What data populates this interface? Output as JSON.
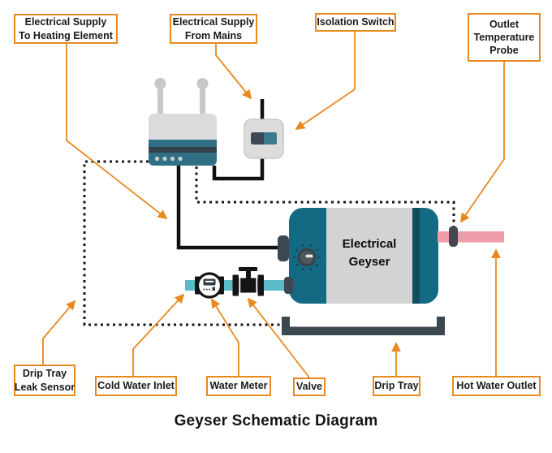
{
  "title": "Geyser Schematic Diagram",
  "device": {
    "geyser_l1": "Electrical",
    "geyser_l2": "Geyser"
  },
  "labels": {
    "heating_element": {
      "l1": "Electrical Supply",
      "l2": "To Heating Element"
    },
    "from_mains": {
      "l1": "Electrical Supply",
      "l2": "From Mains"
    },
    "isolation_switch": {
      "l1": "Isolation Switch"
    },
    "outlet_temp_probe": {
      "l1": "Outlet",
      "l2": "Temperature",
      "l3": "Probe"
    },
    "drip_tray_leak_sensor": {
      "l1": "Drip Tray",
      "l2": "Leak Sensor"
    },
    "cold_water_inlet": {
      "l1": "Cold Water Inlet"
    },
    "water_meter": {
      "l1": "Water Meter"
    },
    "valve": {
      "l1": "Valve"
    },
    "drip_tray": {
      "l1": "Drip Tray"
    },
    "hot_water_outlet": {
      "l1": "Hot Water Outlet"
    }
  },
  "colors": {
    "accent_orange": "#E8891F",
    "geyser_teal": "#136A82",
    "geyser_dark_stripe": "#0F4D5F",
    "router_teal": "#2F6F83",
    "router_stripe": "#33414B",
    "slate_dark": "#3C4850",
    "cold_pipe_cyan": "#5CBAC9",
    "hot_pipe_pink": "#F09DA9",
    "body_gray": "#D3D3D3",
    "wire_black": "#111111"
  }
}
